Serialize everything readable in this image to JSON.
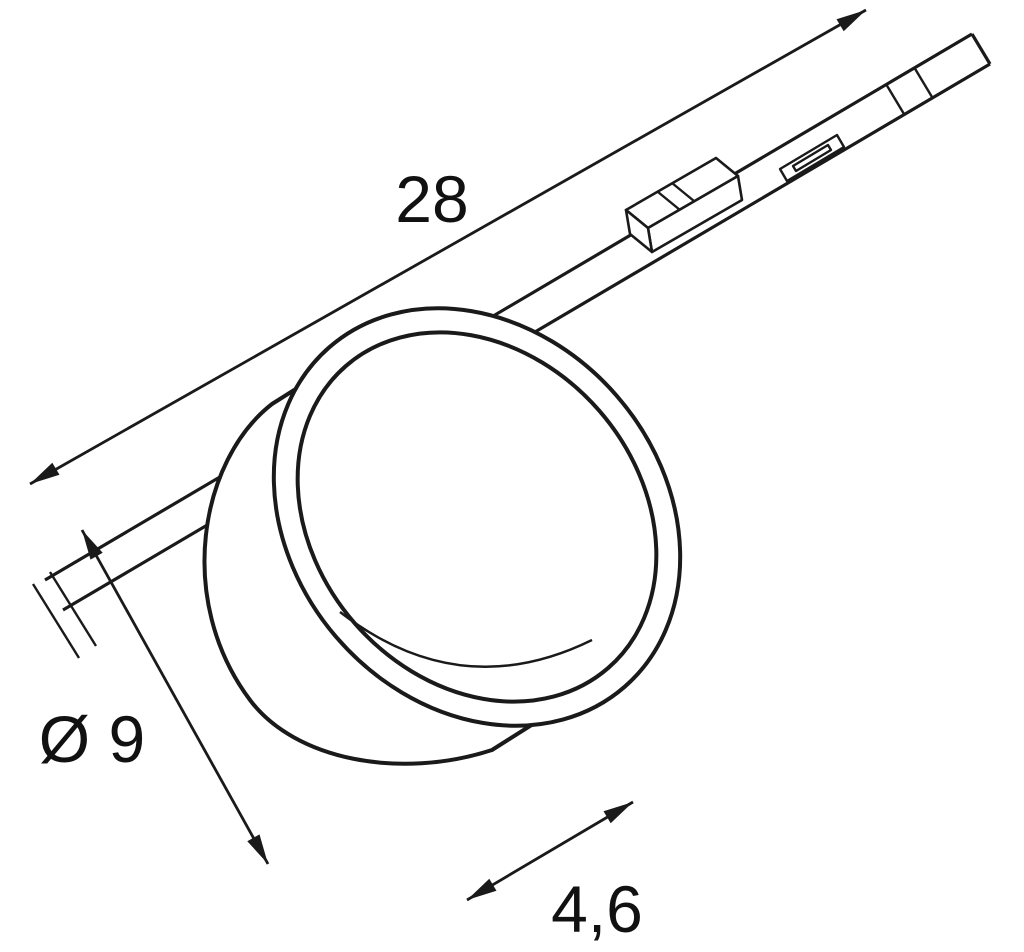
{
  "drawing": {
    "background_color": "#ffffff",
    "line_color": "#1a1a1a",
    "dimensions": {
      "track_length": "28",
      "head_diameter": "Ø 9",
      "head_depth": "4,6"
    }
  }
}
